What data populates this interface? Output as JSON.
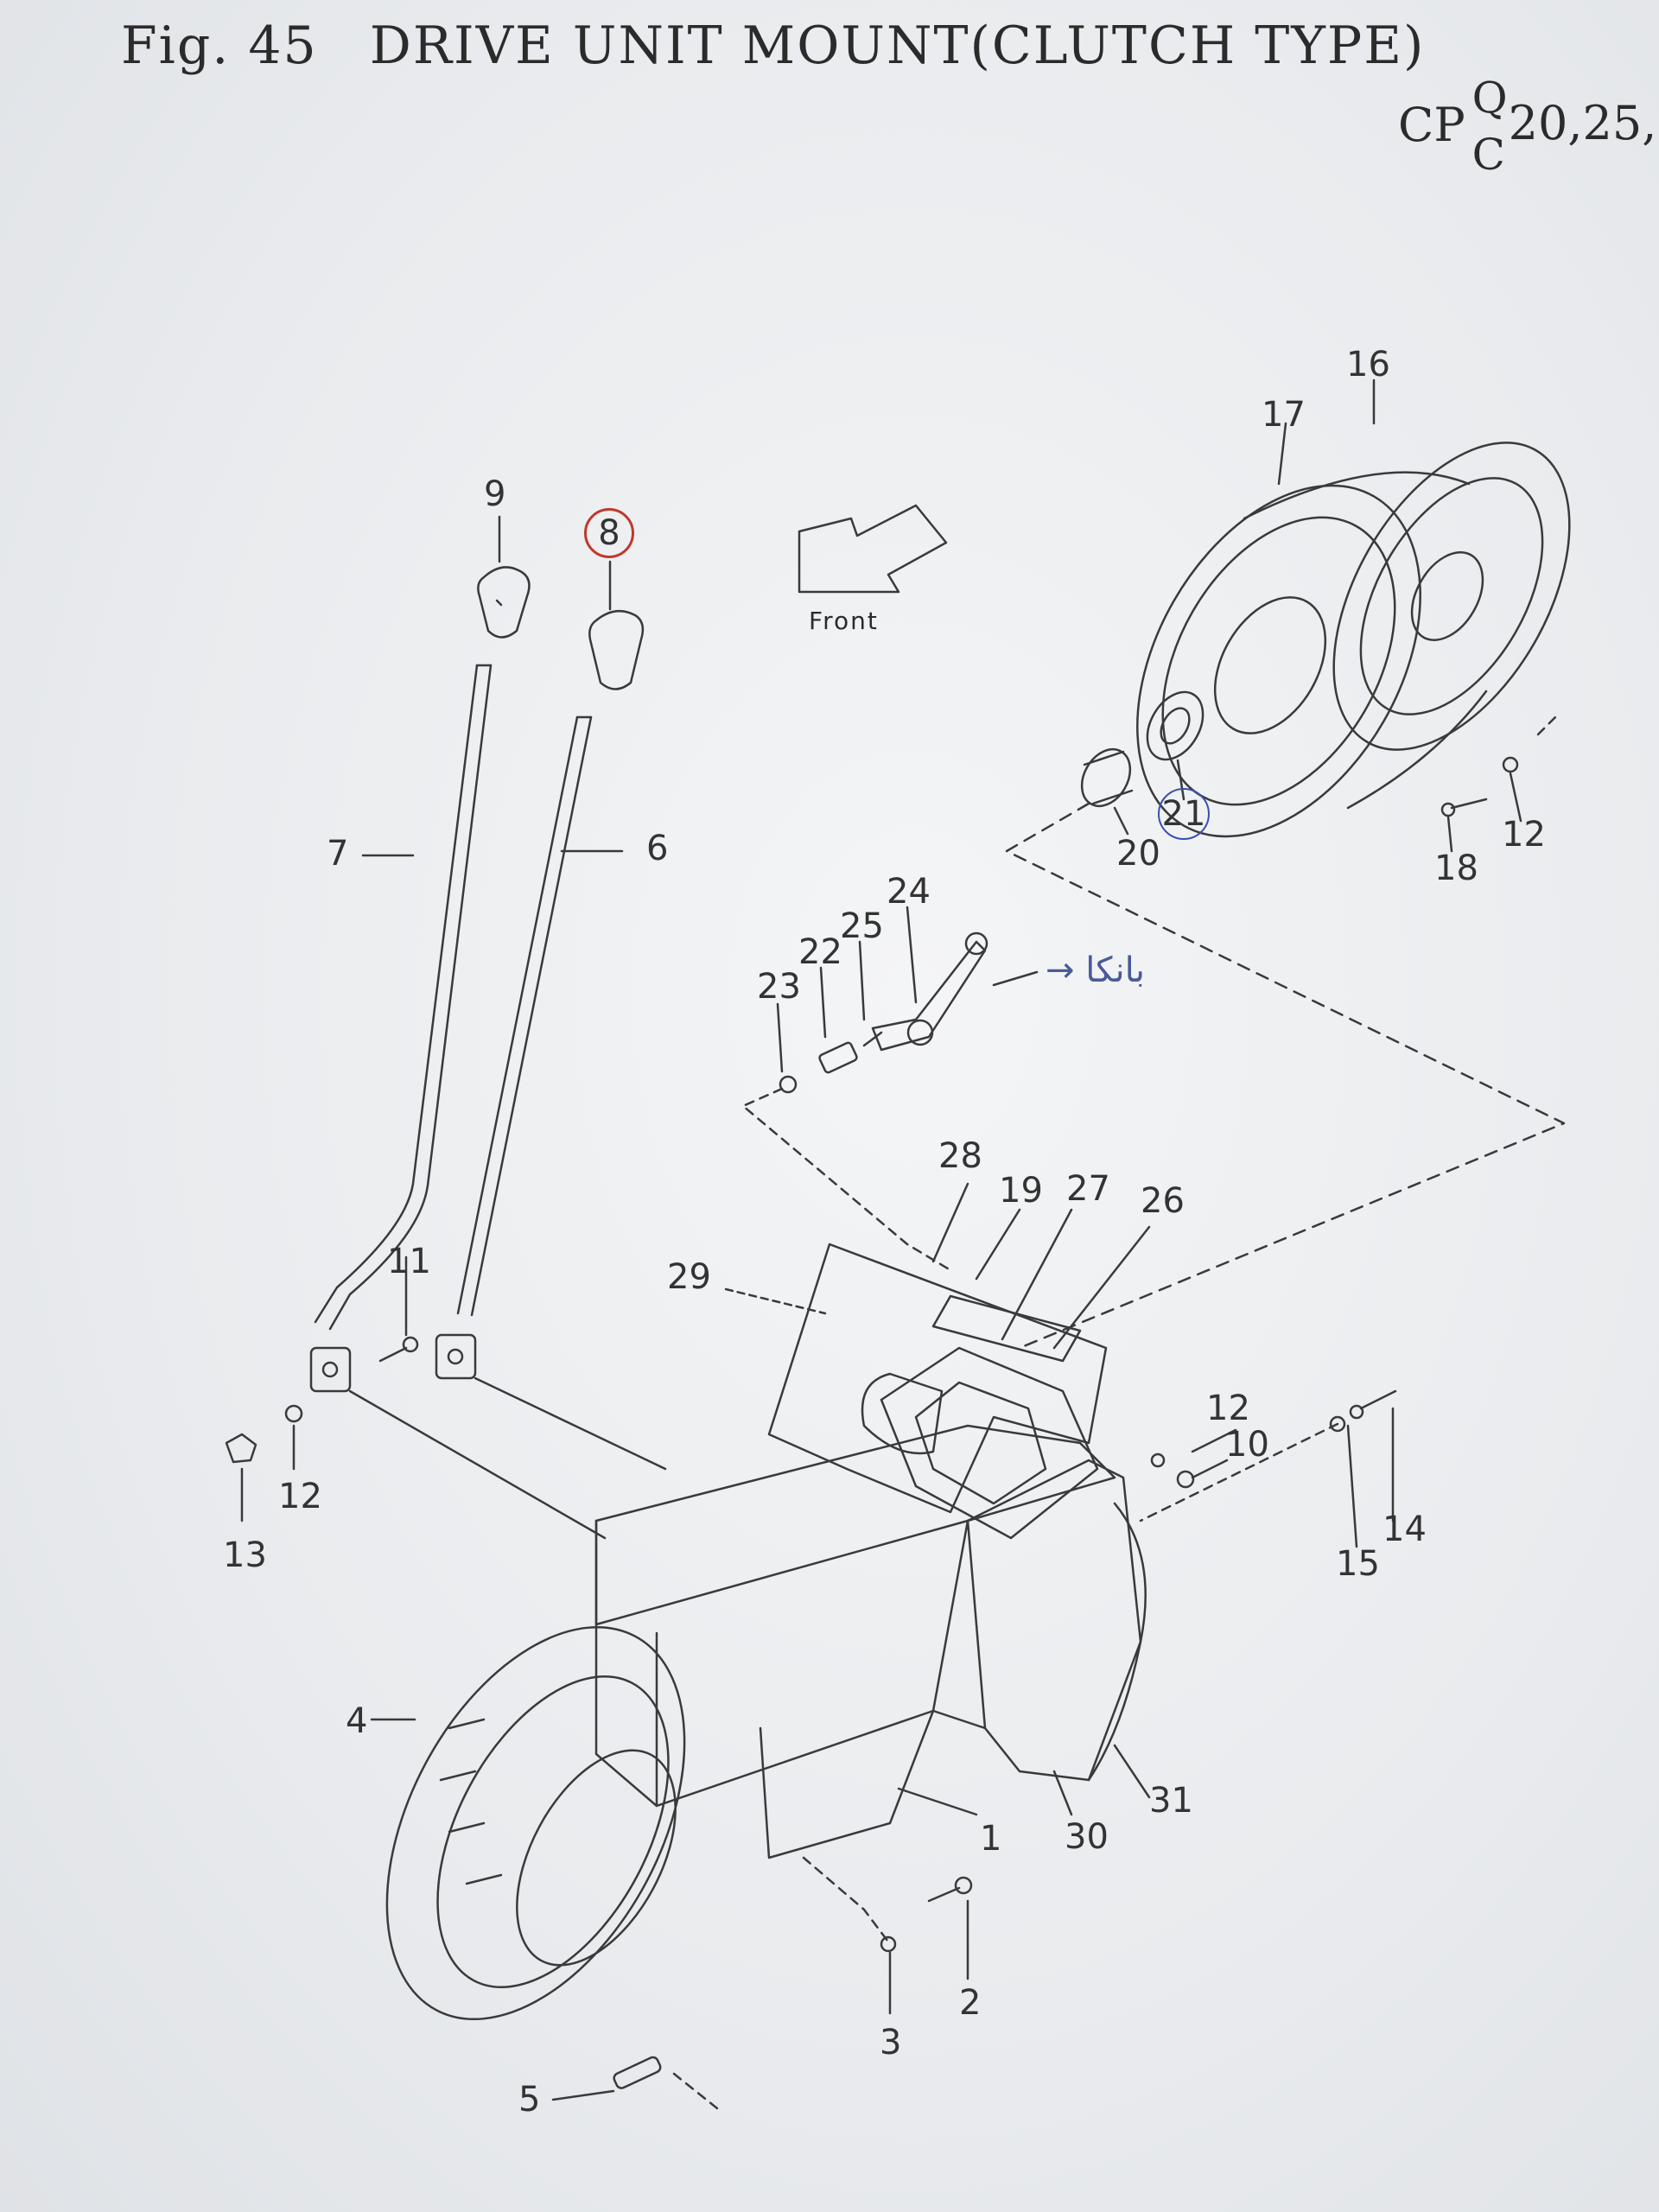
{
  "header": {
    "fig_number": "Fig. 45",
    "title": "DRIVE UNIT MOUNT(CLUTCH TYPE)"
  },
  "model_code": {
    "prefix": "CP",
    "superscript": "Q",
    "subscript": "C",
    "numbers": "20,25,"
  },
  "front_label": "Front",
  "handwritten_note": "→ ﺑﺎﻧﮑﺎ",
  "callouts": {
    "p1": "1",
    "p2": "2",
    "p3": "3",
    "p4": "4",
    "p5": "5",
    "p6": "6",
    "p7": "7",
    "p8": "8",
    "p9": "9",
    "p10": "10",
    "p11": "11",
    "p12a": "12",
    "p12b": "12",
    "p12c": "12",
    "p13": "13",
    "p14": "14",
    "p15": "15",
    "p16": "16",
    "p17": "17",
    "p18": "18",
    "p19": "19",
    "p20": "20",
    "p21": "21",
    "p22": "22",
    "p23": "23",
    "p24": "24",
    "p25": "25",
    "p26": "26",
    "p27": "27",
    "p28": "28",
    "p29": "29",
    "p30": "30",
    "p31": "31"
  },
  "colors": {
    "ink": "#333333",
    "red_marker": "#c0392b",
    "blue_marker": "#3a4fb0"
  }
}
